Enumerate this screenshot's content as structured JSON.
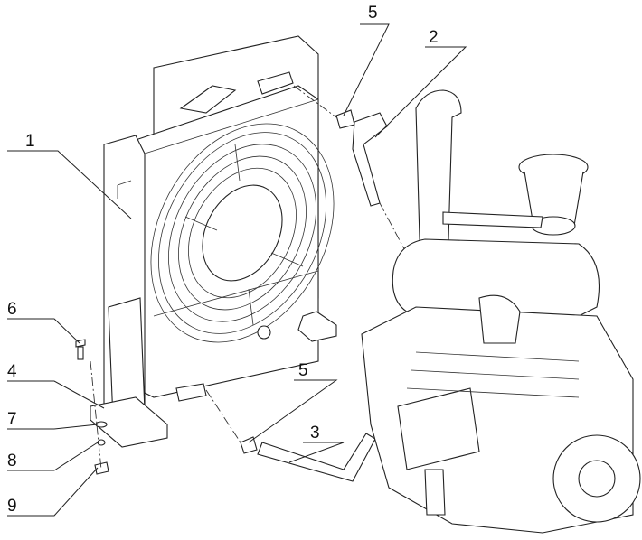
{
  "diagram": {
    "callouts": [
      {
        "id": "callout-1",
        "label": "1"
      },
      {
        "id": "callout-2",
        "label": "2"
      },
      {
        "id": "callout-3",
        "label": "3"
      },
      {
        "id": "callout-4",
        "label": "4"
      },
      {
        "id": "callout-5-upper",
        "label": "5"
      },
      {
        "id": "callout-5-lower",
        "label": "5"
      },
      {
        "id": "callout-6",
        "label": "6"
      },
      {
        "id": "callout-7",
        "label": "7"
      },
      {
        "id": "callout-8",
        "label": "8"
      },
      {
        "id": "callout-9",
        "label": "9"
      }
    ],
    "line_color": "#222222",
    "background": "#ffffff"
  }
}
